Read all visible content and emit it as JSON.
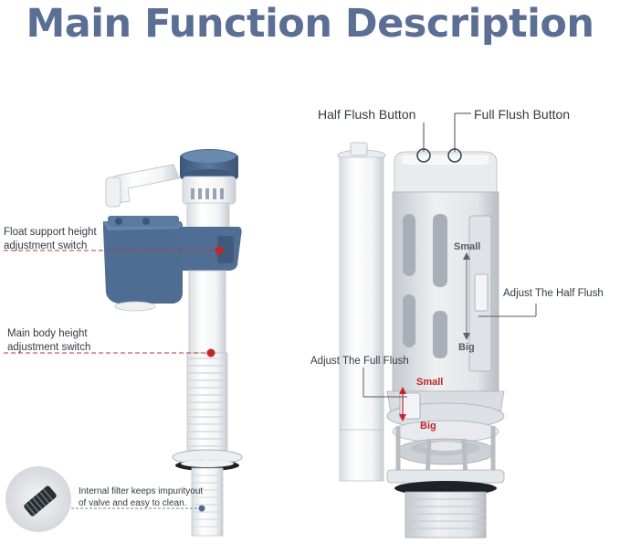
{
  "title": "Main Function Description",
  "left_labels": {
    "float_support_line1": "Float support height",
    "float_support_line2": "adjustment switch",
    "main_body_line1": "Main body height",
    "main_body_line2": "adjustment switch",
    "filter_line1": "Internal filter keeps impurityout",
    "filter_line2": "of valve and easy to clean."
  },
  "right_labels": {
    "half_flush_button": "Half Flush Button",
    "full_flush_button": "Full Flush Button",
    "adjust_half_flush": "Adjust The Half Flush",
    "adjust_full_flush": "Adjust The Full Flush",
    "half_small": "Small",
    "half_big": "Big",
    "full_small": "Small",
    "full_big": "Big"
  },
  "colors": {
    "title": "#5a6f93",
    "valve_blue": "#4d6b91",
    "red_marker": "#c0262b"
  }
}
